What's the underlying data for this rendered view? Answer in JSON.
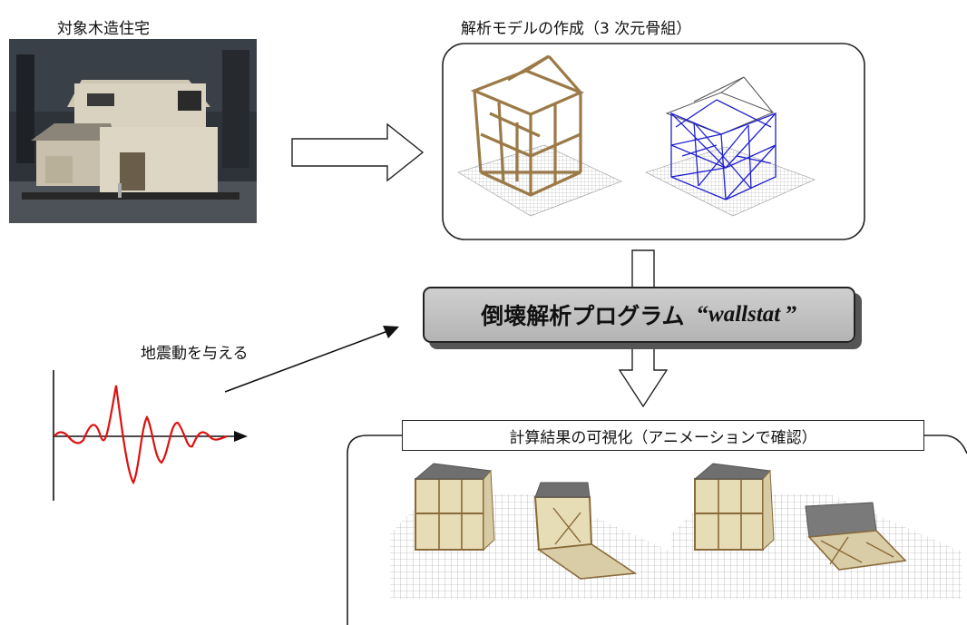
{
  "labels": {
    "house_caption": "対象木造住宅",
    "model_caption": "解析モデルの作成（3 次元骨組）",
    "quake_caption": "地震動を与える",
    "vis_caption": "計算結果の可視化（アニメーションで確認）"
  },
  "program": {
    "title": "倒壊解析プログラム",
    "name_open": "“",
    "name": "wallstat",
    "name_close": "”"
  },
  "colors": {
    "wood": "#9b7a47",
    "wireframe": "#2020d0",
    "wave": "#dd1111",
    "box_fill": "#bdbdbd"
  }
}
